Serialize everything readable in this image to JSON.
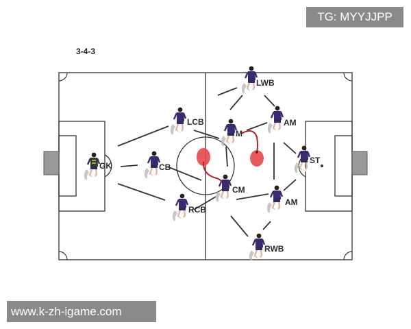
{
  "badge": {
    "text": "TG: MYYJJPP"
  },
  "formation": {
    "title": "3-4-3"
  },
  "watermark": {
    "text": "www.k-zh-igame.com"
  },
  "players": {
    "gk": "GK",
    "cb": "CB",
    "lcb": "LCB",
    "rcb": "RCB",
    "lwb": "LWB",
    "rwb": "RWB",
    "dm": "M",
    "cm": "CM",
    "am_top": "AM",
    "am_bottom": "AM",
    "st": "ST"
  },
  "colors": {
    "home_kit": "#3a2a6e",
    "home_shorts": "#2c2c5a",
    "gk_kit": "#2f3a2a",
    "zone": "#e8474c",
    "run_line": "#b51f2a",
    "line": "#333333"
  }
}
